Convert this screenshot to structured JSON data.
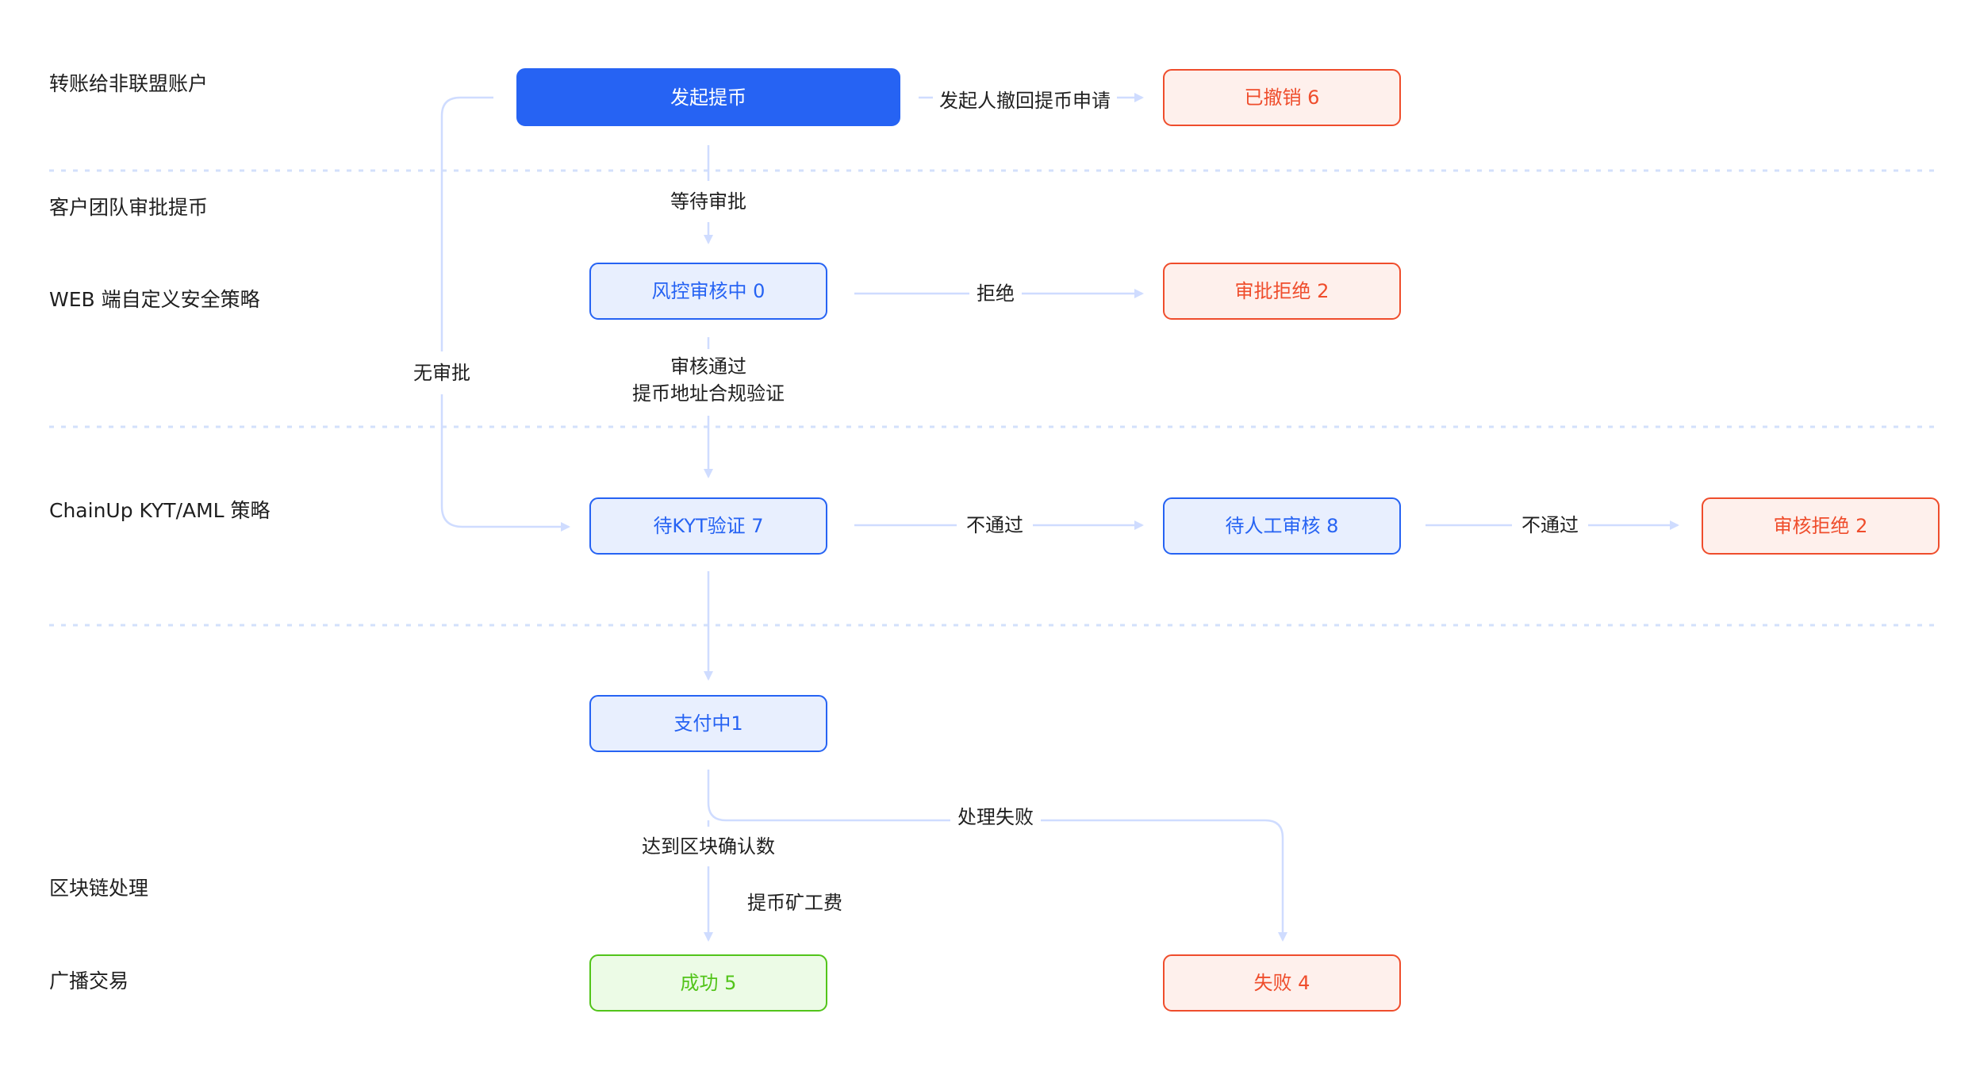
{
  "lanes": {
    "l1": "转账给非联盟账户",
    "l2": "客户团队审批提币",
    "l3": "WEB 端自定义安全策略",
    "l4": "ChainUp KYT/AML 策略",
    "l5": "区块链处理",
    "l6": "广播交易"
  },
  "nodes": {
    "start": "发起提币",
    "cancelled": "已撤销 6",
    "risk": "风控审核中 0",
    "reject": "审批拒绝 2",
    "kyt": "待KYT验证 7",
    "manual": "待人工审核 8",
    "audit_reject": "审核拒绝 2",
    "paying": "支付中1",
    "success": "成功 5",
    "fail": "失败 4"
  },
  "edges": {
    "withdraw": "发起人撤回提币申请",
    "wait": "等待审批",
    "refuse": "拒绝",
    "pass1": "审核通过",
    "pass2": "提币地址合规验证",
    "no_approval": "无审批",
    "not_pass_a": "不通过",
    "not_pass_b": "不通过",
    "proc_fail": "处理失败",
    "confirm": "达到区块确认数",
    "fee": "提币矿工费"
  },
  "colors": {
    "primary": "#2663f3",
    "blue_fill": "#e8effe",
    "red": "#ef4d2c",
    "red_fill": "#fef0ec",
    "green": "#52c41a",
    "green_fill": "#ecfbe6",
    "connector": "#cfdcff"
  }
}
